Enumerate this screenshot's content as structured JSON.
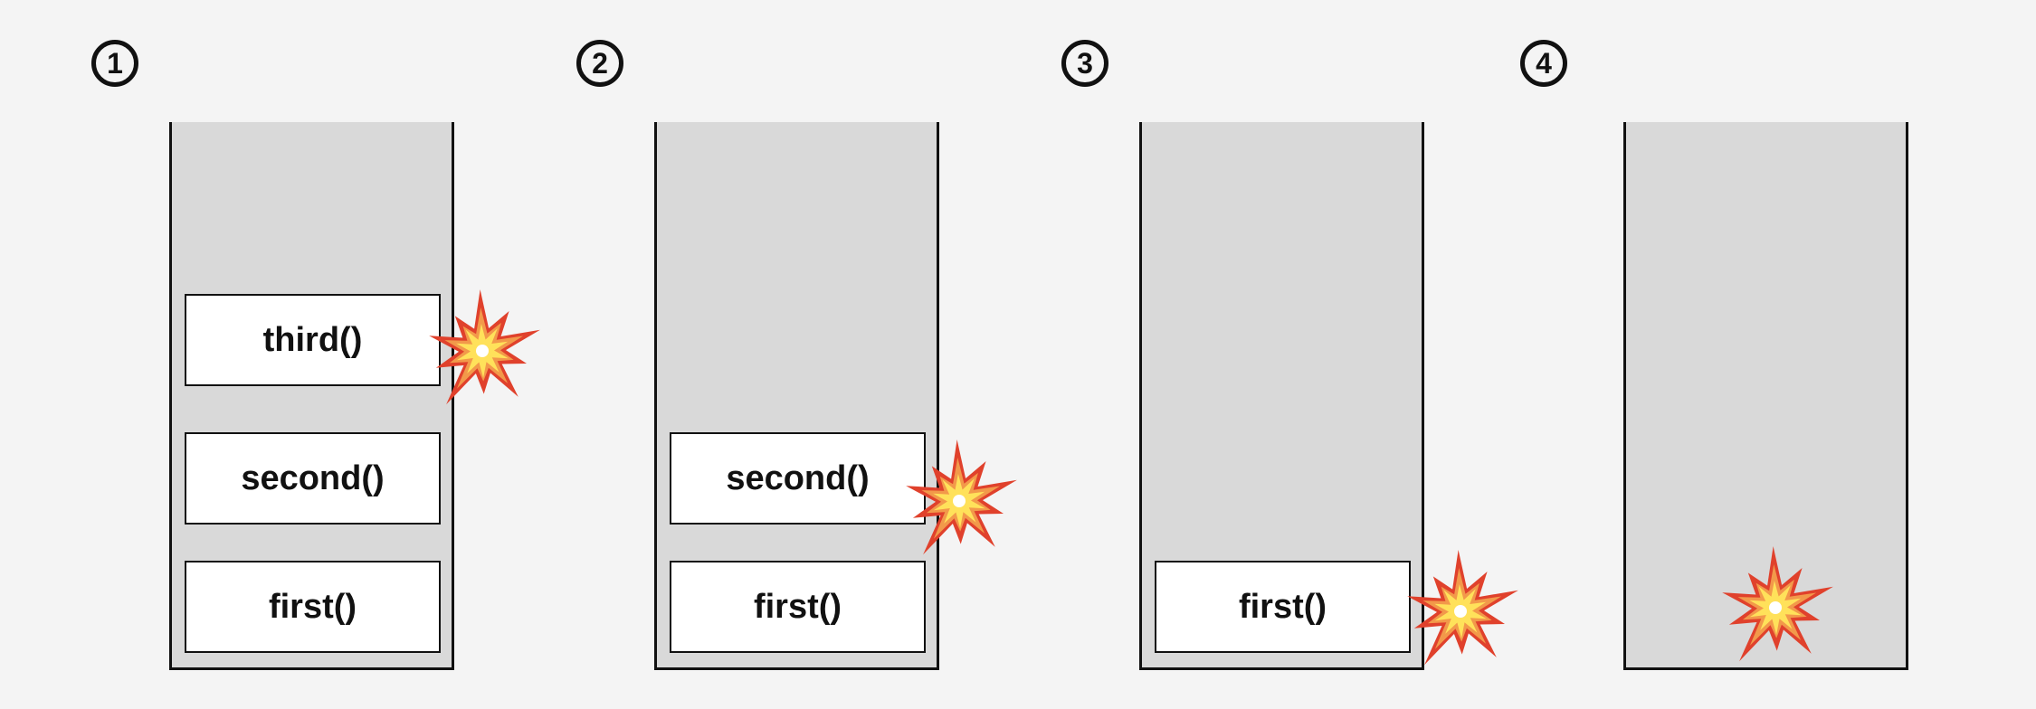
{
  "panels": [
    {
      "step": "1",
      "frames": [
        "third()",
        "second()",
        "first()"
      ]
    },
    {
      "step": "2",
      "frames": [
        "second()",
        "first()"
      ]
    },
    {
      "step": "3",
      "frames": [
        "first()"
      ]
    },
    {
      "step": "4",
      "frames": []
    }
  ],
  "colors": {
    "background": "#f4f4f4",
    "stack_fill": "#d9d9d9",
    "frame_fill": "#ffffff",
    "outline": "#111111",
    "explosion_outer": "#e0412c",
    "explosion_mid": "#f2994a",
    "explosion_inner": "#ffe15a"
  },
  "icons": {
    "step_marker": "circled-number-icon",
    "pop": "collision-explosion-icon"
  }
}
